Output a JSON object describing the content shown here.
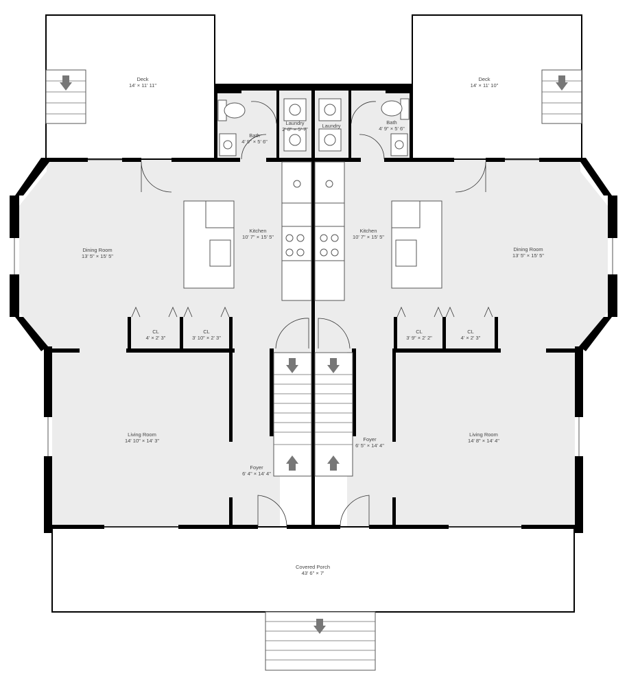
{
  "rooms": {
    "deck_left": {
      "name": "Deck",
      "dims": "14' × 11' 11\""
    },
    "deck_right": {
      "name": "Deck",
      "dims": "14' × 11' 10\""
    },
    "bath_left": {
      "name": "Bath",
      "dims": "4' 9\" × 5' 6\""
    },
    "laundry_left": {
      "name": "Laundry",
      "dims": "2' 8\" × 5' 7\""
    },
    "laundry_right": {
      "name": "Laundry",
      "dims": ""
    },
    "bath_right": {
      "name": "Bath",
      "dims": "4' 9\" × 5' 6\""
    },
    "kitchen_left": {
      "name": "Kitchen",
      "dims": "10' 7\" × 15' 5\""
    },
    "kitchen_right": {
      "name": "Kitchen",
      "dims": "10' 7\" × 15' 5\""
    },
    "dining_left": {
      "name": "Dining Room",
      "dims": "13' 5\" × 15' 5\""
    },
    "dining_right": {
      "name": "Dining Room",
      "dims": "13' 5\" × 15' 5\""
    },
    "cl_left_1": {
      "name": "CL",
      "dims": "4' × 2' 3\""
    },
    "cl_left_2": {
      "name": "CL",
      "dims": "3' 10\" × 2' 3\""
    },
    "cl_right_1": {
      "name": "CL",
      "dims": "3' 9\" × 2' 2\""
    },
    "cl_right_2": {
      "name": "CL",
      "dims": "4' × 2' 3\""
    },
    "living_left": {
      "name": "Living Room",
      "dims": "14' 10\" × 14' 3\""
    },
    "living_right": {
      "name": "Living Room",
      "dims": "14' 8\" × 14' 4\""
    },
    "foyer_left": {
      "name": "Foyer",
      "dims": "6' 4\" × 14' 4\""
    },
    "foyer_right": {
      "name": "Foyer",
      "dims": "6' 5\" × 14' 4\""
    },
    "porch": {
      "name": "Covered Porch",
      "dims": "43' 6\" × 7'"
    }
  },
  "colors": {
    "floor": "#ececec",
    "wall": "#000000",
    "outdoor": "#ffffff"
  },
  "icons": [
    "stair-down-arrow-icon",
    "stair-up-arrow-icon",
    "toilet-icon",
    "sink-icon",
    "washer-icon",
    "dryer-icon",
    "stove-icon",
    "fridge-icon"
  ]
}
